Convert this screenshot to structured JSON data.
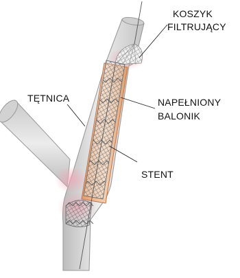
{
  "labels": {
    "basket_line1": "KOSZYK",
    "basket_line2": "FILTRUJĄCY",
    "artery": "TĘTNICA",
    "balloon_line1": "NAPEŁNIONY",
    "balloon_line2": "BALONIK",
    "stent": "STENT"
  },
  "colors": {
    "vessel_fill": "#dcdcdc",
    "vessel_edge": "#9a9a9a",
    "balloon": "#e8a070",
    "stent_wire": "#6a6a6a",
    "inflamed_tissue": "#f2a7b5",
    "leader_line": "#222222"
  },
  "components": [
    "artery",
    "stent",
    "inflated-balloon",
    "filter-basket",
    "guide-wire"
  ]
}
